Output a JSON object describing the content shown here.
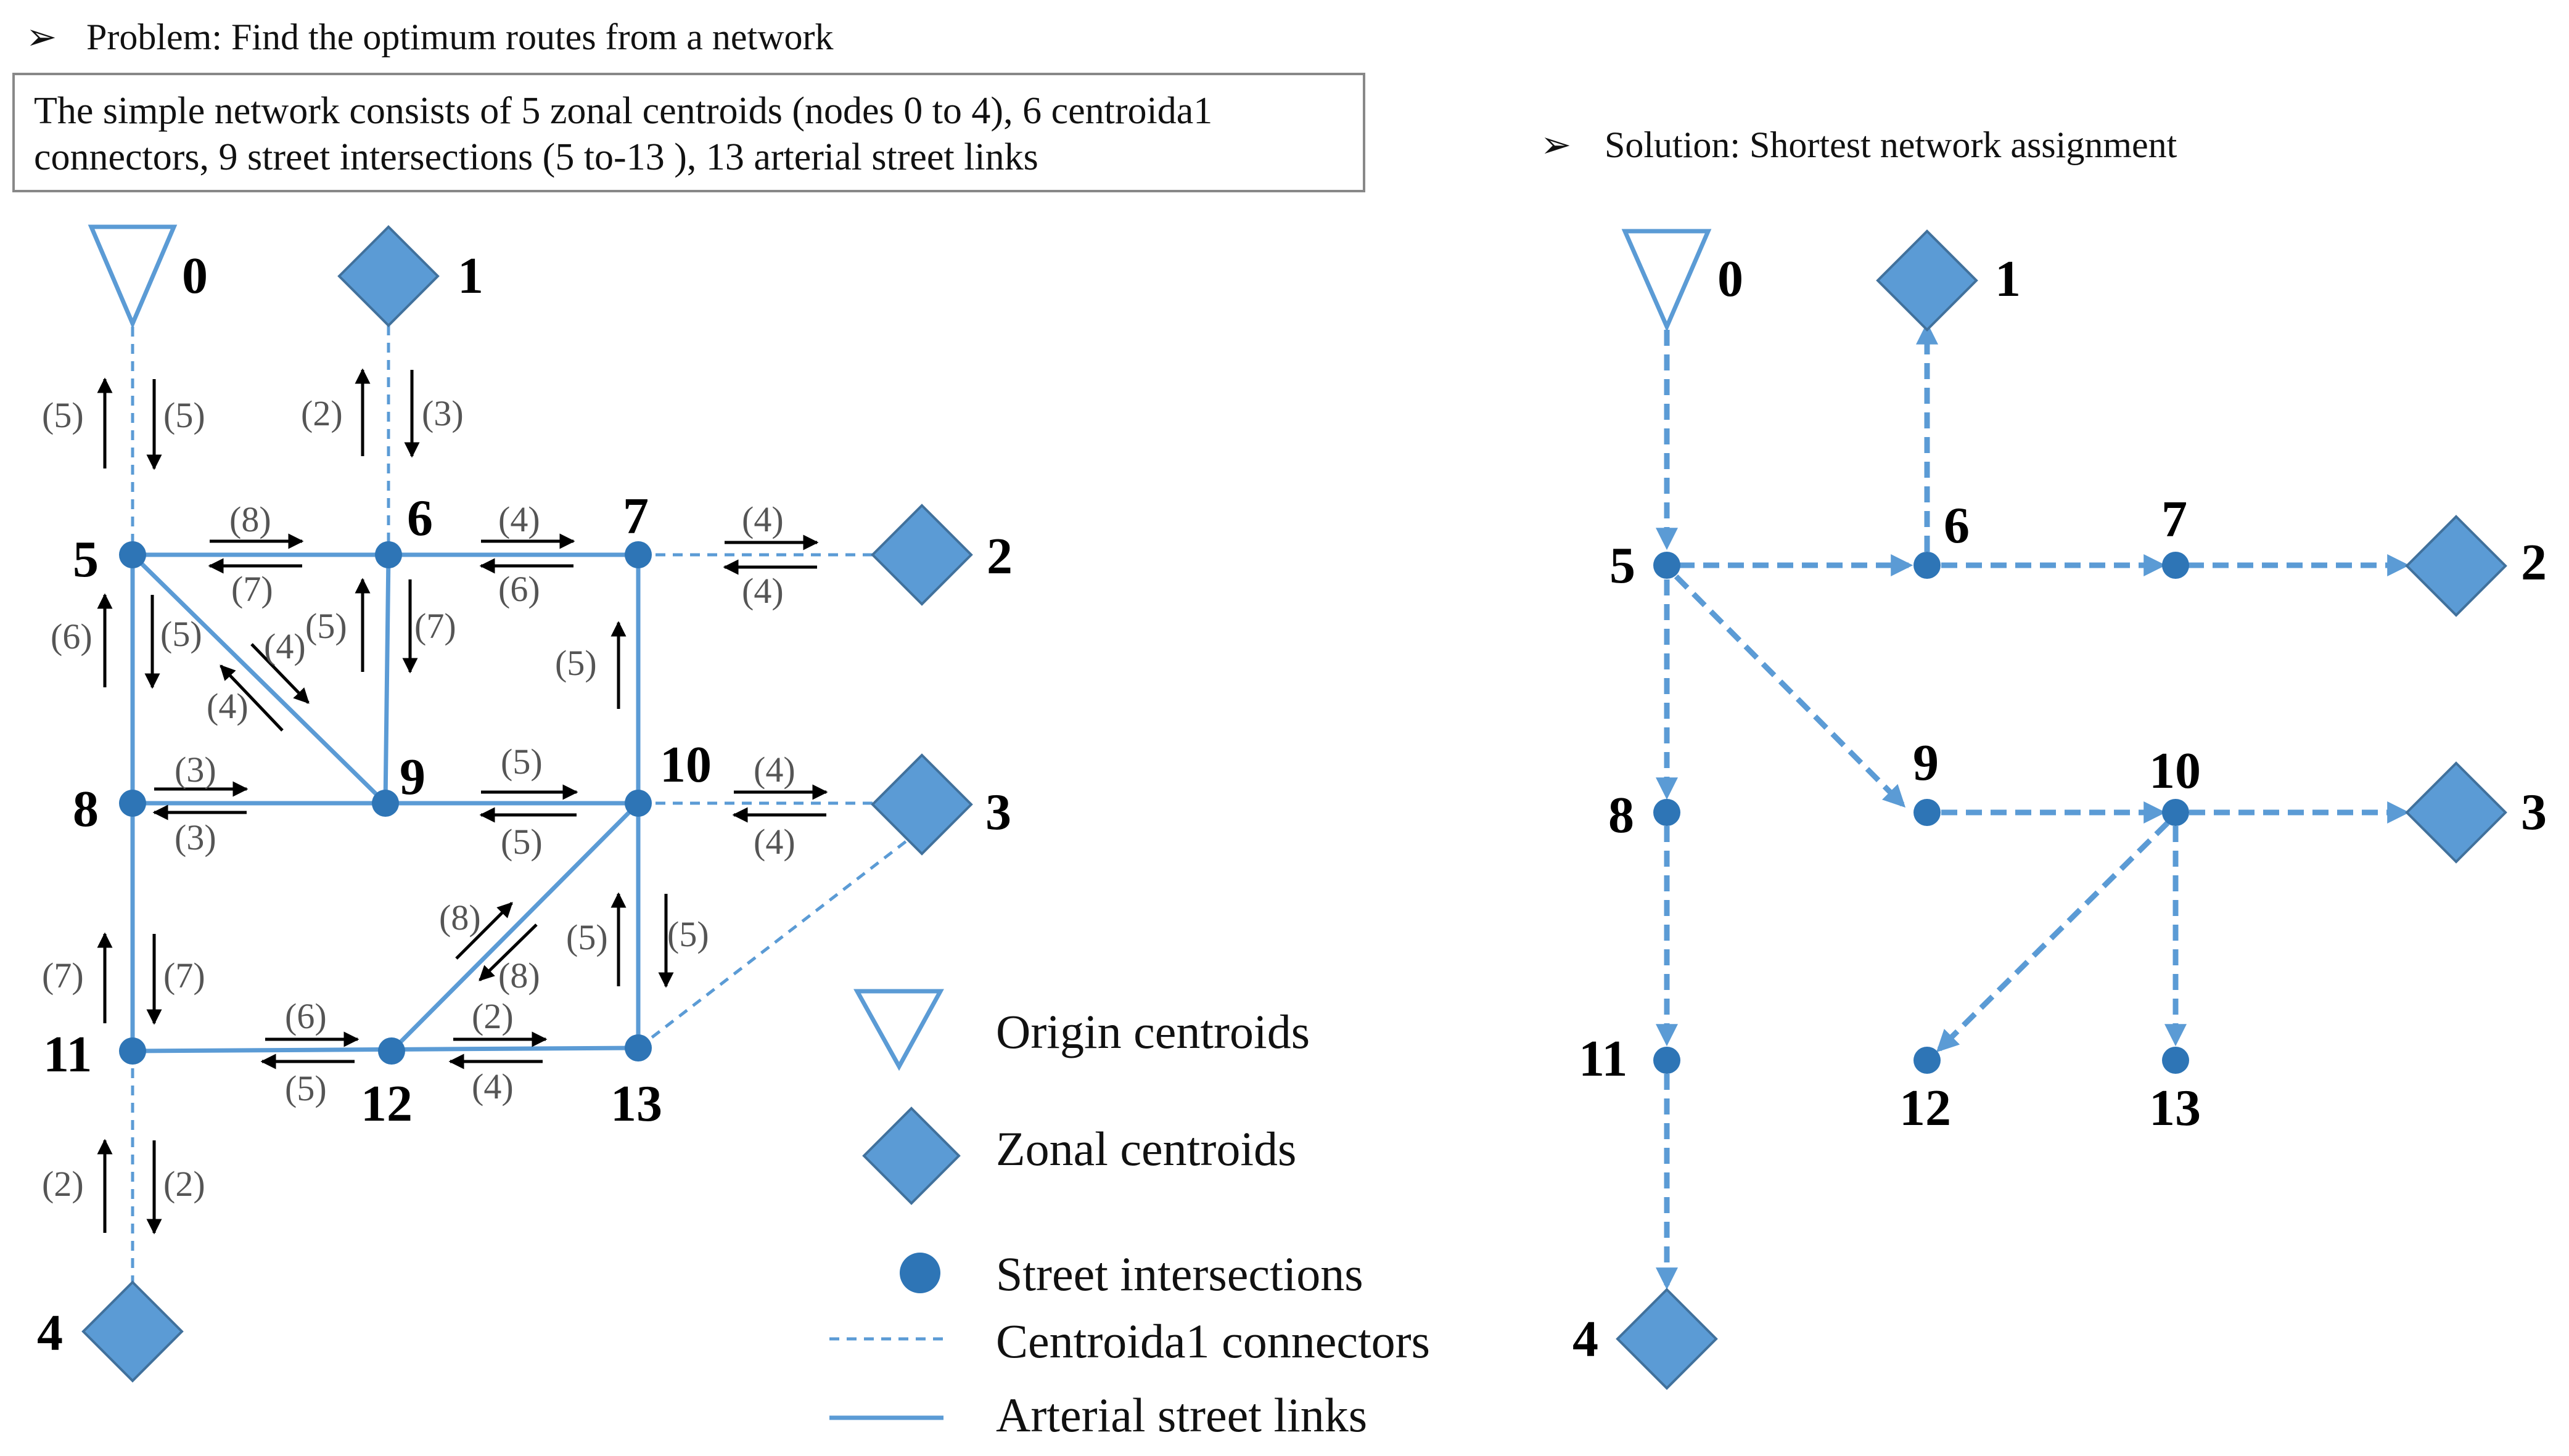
{
  "problem": {
    "bullet": "➢",
    "heading": "Problem: Find the optimum routes from a network",
    "description_line1": "The simple network consists of 5 zonal centroids (nodes 0 to 4), 6 centroida1",
    "description_line2": "connectors, 9 street intersections (5 to-13 ), 13 arterial street links"
  },
  "solution": {
    "bullet": "➢",
    "heading": "Solution: Shortest network assignment"
  },
  "node_labels": {
    "n0": "0",
    "n1": "1",
    "n2": "2",
    "n3": "3",
    "n4": "4",
    "n5": "5",
    "n6": "6",
    "n7": "7",
    "n8": "8",
    "n9": "9",
    "n10": "10",
    "n11": "11",
    "n12": "12",
    "n13": "13"
  },
  "link_weights": {
    "c0_5_up": "(5)",
    "c0_5_down": "(5)",
    "c1_6_up": "(2)",
    "c1_6_down": "(3)",
    "l5_6_fwd": "(8)",
    "l5_6_back": "(7)",
    "l6_7_fwd": "(4)",
    "l6_7_back": "(6)",
    "c7_2_fwd": "(4)",
    "c7_2_back": "(4)",
    "l5_8_up": "(6)",
    "l5_8_down": "(5)",
    "l5_9_up": "(4)",
    "l5_9_down": "(4)",
    "l6_9_up": "(5)",
    "l6_9_down": "(7)",
    "l7_10_up": "(5)",
    "l8_9_fwd": "(3)",
    "l8_9_back": "(3)",
    "l9_10_fwd": "(5)",
    "l9_10_back": "(5)",
    "c10_3_fwd": "(4)",
    "c10_3_back": "(4)",
    "l8_11_up": "(7)",
    "l8_11_down": "(7)",
    "l12_10_up": "(8)",
    "l12_10_down": "(8)",
    "l10_13_up": "(5)",
    "l10_13_down": "(5)",
    "l11_12_fwd": "(6)",
    "l11_12_back": "(5)",
    "l12_13_fwd": "(2)",
    "l12_13_back": "(4)",
    "c11_4_up": "(2)",
    "c11_4_down": "(2)"
  },
  "legend": {
    "origin": "Origin centroids",
    "zonal": "Zonal centroids",
    "intersections": "Street intersections",
    "connectors": "Centroida1 connectors",
    "arterial": "Arterial street links"
  },
  "colors": {
    "link": "#5b9bd5",
    "node": "#2e75b6",
    "arrow": "#000000"
  }
}
